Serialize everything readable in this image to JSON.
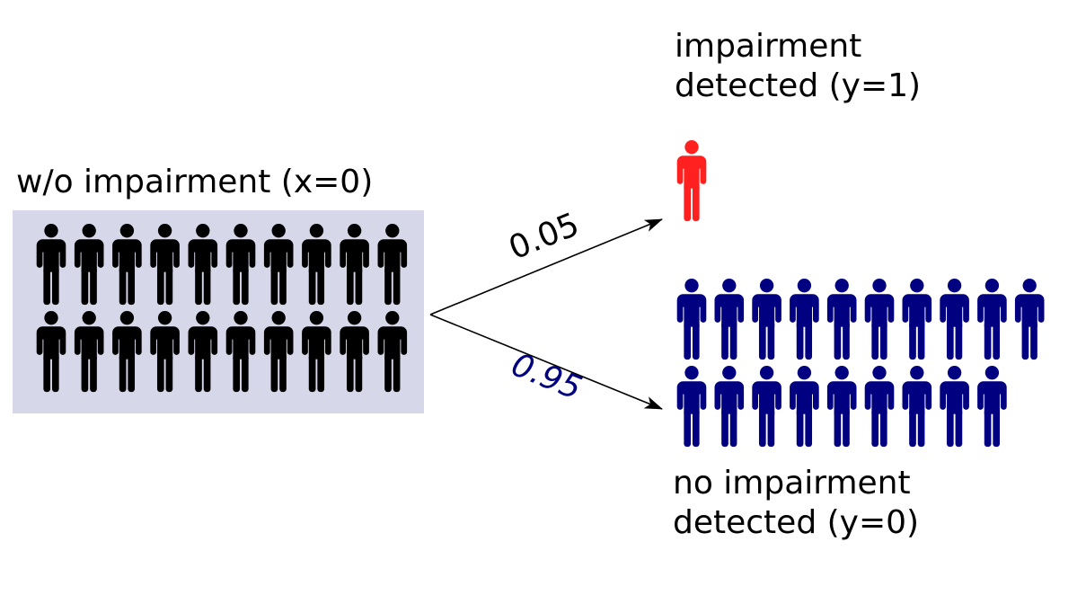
{
  "source": {
    "label": "w/o impairment (x=0)",
    "count": 20,
    "color": "#000000",
    "box_color": "#d6d8ea"
  },
  "detected": {
    "line1": "impairment",
    "line2": "detected (y=1)",
    "count": 1,
    "color": "#ff2020"
  },
  "undetected": {
    "line1": "no impairment",
    "line2": "detected (y=0)",
    "count": 19,
    "color": "#000080"
  },
  "edges": [
    {
      "label": "0.05",
      "color": "#000000",
      "target": "detected"
    },
    {
      "label": "0.95",
      "color": "#000080",
      "target": "undetected"
    }
  ],
  "icon": "person-icon"
}
